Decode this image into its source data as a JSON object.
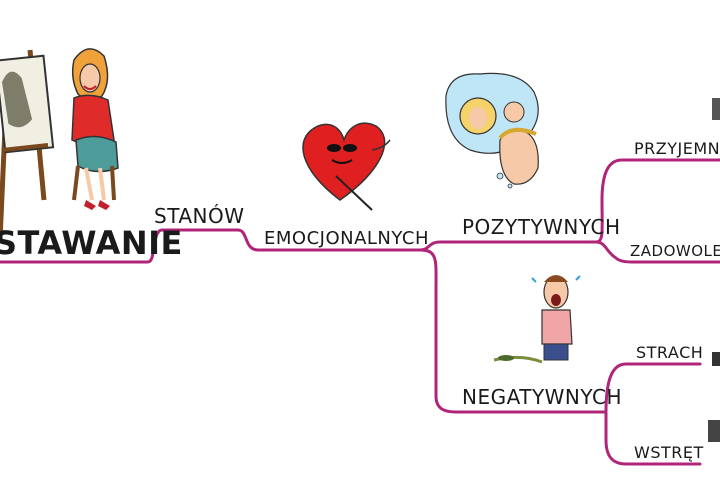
{
  "mindmap": {
    "root": "STAWANIE",
    "n1": "STANÓW",
    "n2": "EMOCJONALNYCH",
    "positive": "POZYTYWNYCH",
    "negative": "NEGATYWNYCH",
    "pos_children": [
      "PRZYJEMNO",
      "ZADOWOLENIE"
    ],
    "neg_children": [
      "STRACH",
      "WSTRĘT"
    ]
  },
  "colors": {
    "branch": "#b0247a",
    "text": "#1a1a1a"
  },
  "icons": [
    "easel-painting-icon",
    "sitting-woman-icon",
    "heart-character-icon",
    "kissing-couple-icon",
    "scared-man-icon",
    "small-figure-icon"
  ]
}
